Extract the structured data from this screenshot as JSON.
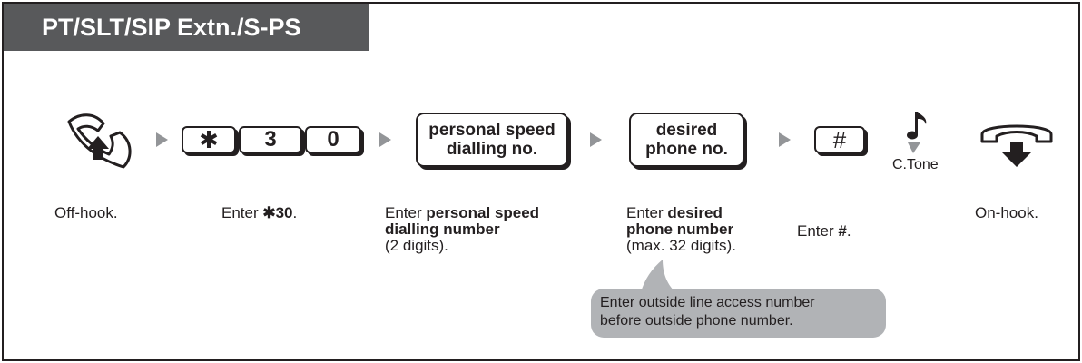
{
  "header": {
    "title": "PT/SLT/SIP Extn./S-PS"
  },
  "keys": {
    "star": "✱",
    "three": "3",
    "zero": "0",
    "hash": "#"
  },
  "boxes": {
    "speed_line1": "personal speed",
    "speed_line2": "dialling no.",
    "desired_line1": "desired",
    "desired_line2": "phone no."
  },
  "tone": {
    "label": "C.Tone"
  },
  "steps": {
    "off_hook": "Off-hook.",
    "enter_code_prefix": "Enter ",
    "enter_code_value": "✱30",
    "enter_code_suffix": ".",
    "speed_prefix": "Enter ",
    "speed_bold_1": "personal speed",
    "speed_bold_2": "dialling number",
    "speed_detail": "(2 digits).",
    "desired_prefix": "Enter ",
    "desired_bold_1": "desired",
    "desired_bold_2": "phone number",
    "desired_detail": "(max. 32 digits).",
    "hash_prefix": "Enter ",
    "hash_value": "#",
    "hash_suffix": ".",
    "on_hook": "On-hook."
  },
  "callout": {
    "line1": "Enter outside line access number",
    "line2": "before outside phone number."
  },
  "icons": [
    "handset-off-hook-icon",
    "step-arrow-icon",
    "music-note-tone-icon",
    "handset-on-hook-icon"
  ]
}
